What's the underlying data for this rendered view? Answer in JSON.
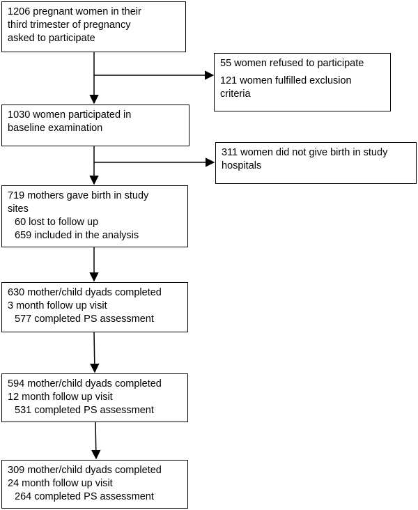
{
  "boxes": {
    "enrolled": [
      "1206 pregnant women in their",
      "third trimester of pregnancy",
      "asked to participate"
    ],
    "excluded": {
      "refused": "55 women refused to participate",
      "exclusion": [
        "121 women fulfilled exclusion",
        "criteria"
      ]
    },
    "baseline": [
      "1030 women participated in",
      "baseline examination"
    ],
    "not_birth": [
      "311 women did not give birth in study",
      "hospitals"
    ],
    "birth": {
      "lines": [
        "719 mothers gave birth in study",
        "sites"
      ],
      "sub": [
        "60 lost to follow up",
        "659 included in the analysis"
      ]
    },
    "m3": {
      "lines": [
        "630 mother/child dyads completed",
        "3 month follow up visit"
      ],
      "sub": [
        "577 completed PS assessment"
      ]
    },
    "m12": {
      "lines": [
        "594 mother/child dyads completed",
        "12 month follow up visit"
      ],
      "sub": [
        "531 completed PS assessment"
      ]
    },
    "m24": {
      "lines": [
        "309 mother/child dyads completed",
        "24 month follow up visit"
      ],
      "sub": [
        "264 completed PS assessment"
      ]
    }
  }
}
